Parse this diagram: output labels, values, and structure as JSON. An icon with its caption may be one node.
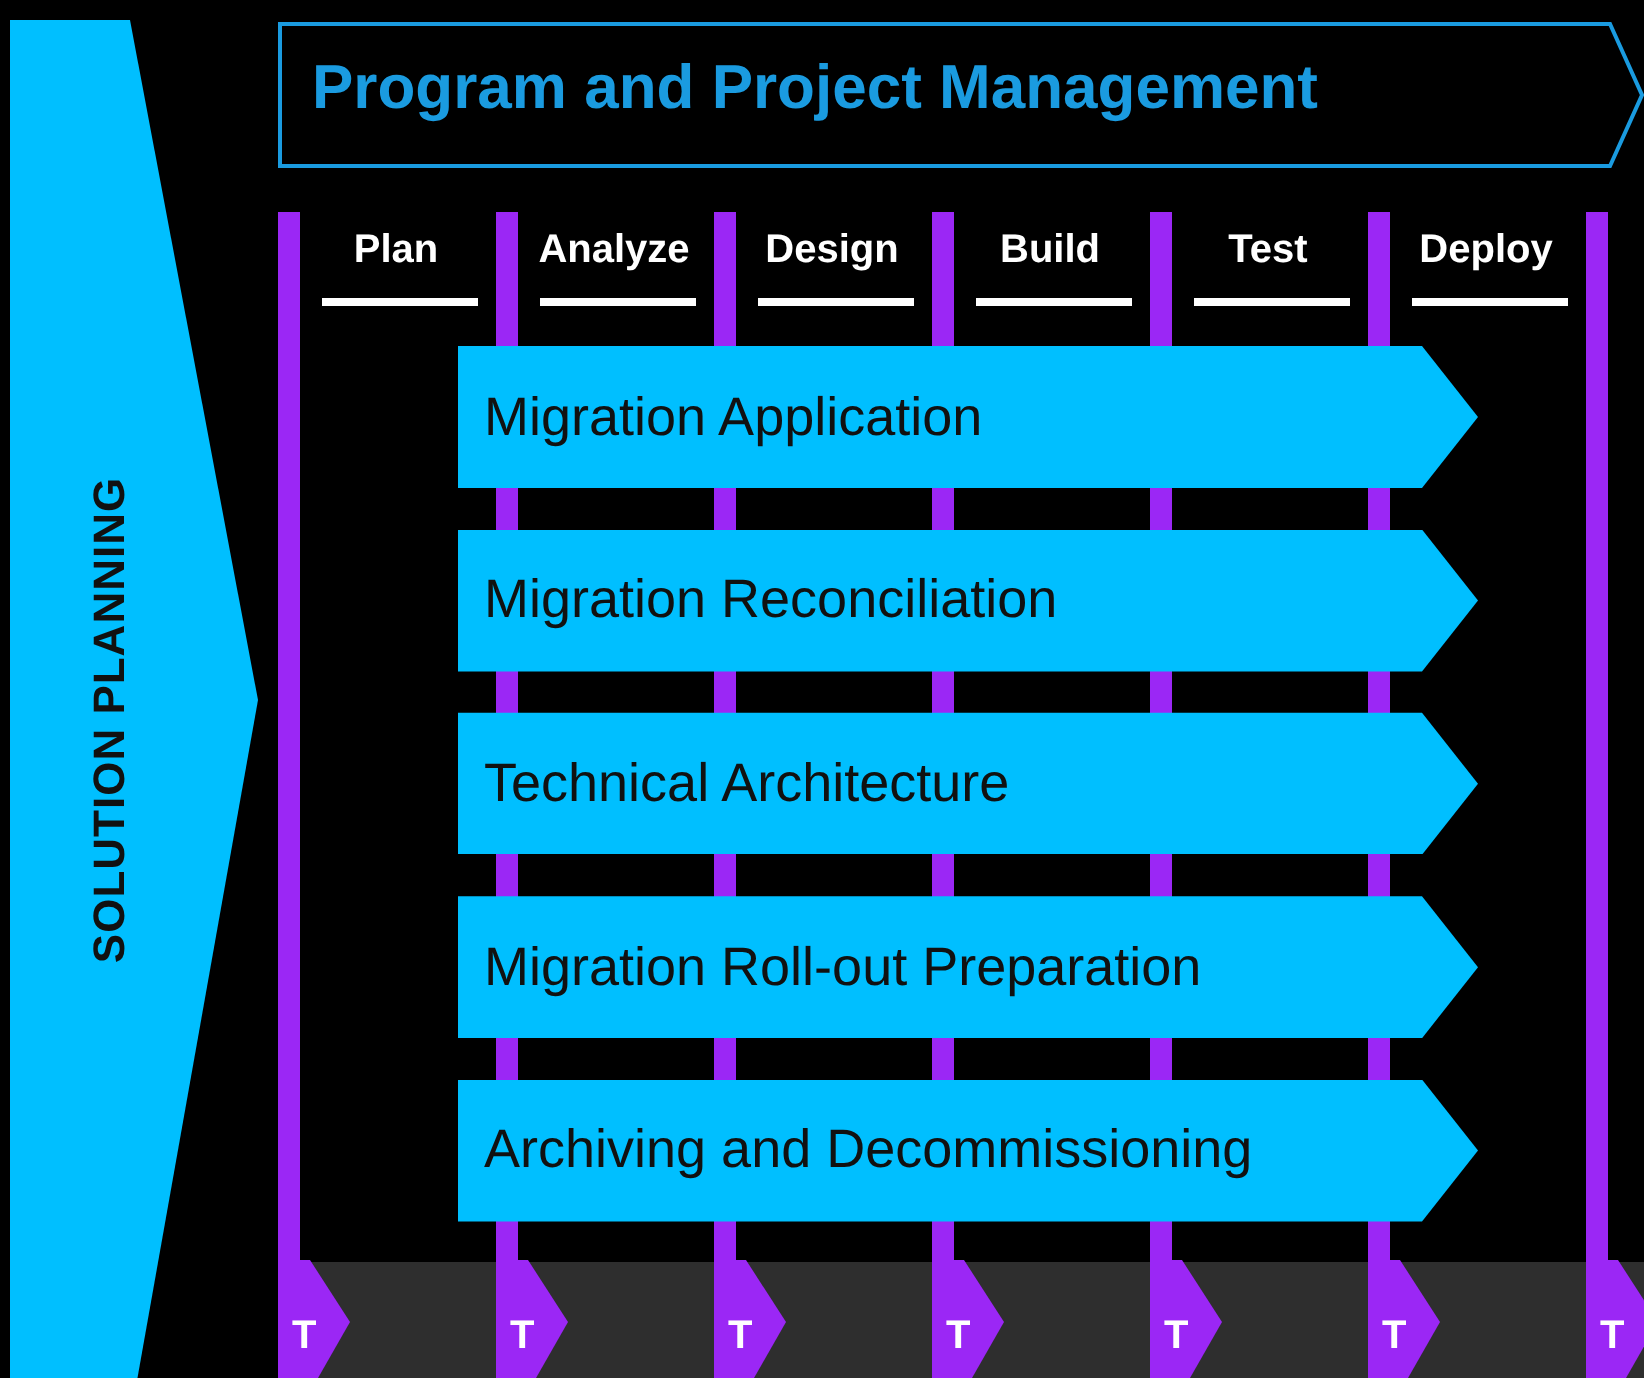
{
  "diagram": {
    "nodes": [
      {
        "text": [
          "SOLUTION PLANNING"
        ]
      },
      {
        "text": [
          "Program and Project Management"
        ]
      },
      {
        "text": [
          "Migration Application"
        ]
      },
      {
        "text": [
          "Migration Reconciliation"
        ]
      },
      {
        "text": [
          "Technical Architecture"
        ]
      },
      {
        "text": [
          "Migration Roll-out Preparation"
        ]
      },
      {
        "text": [
          "Archiving and Decommissioning"
        ]
      },
      {
        "text": [
          "T"
        ]
      },
      {
        "text": [
          "T"
        ]
      },
      {
        "text": [
          "T"
        ]
      },
      {
        "text": [
          "T"
        ]
      },
      {
        "text": [
          "T"
        ]
      },
      {
        "text": [
          "T"
        ]
      },
      {
        "text": [
          "T"
        ]
      }
    ],
    "edges": [],
    "labels": [
      "Plan",
      "Analyze",
      "Design",
      "Build",
      "Test",
      "Deploy"
    ]
  }
}
